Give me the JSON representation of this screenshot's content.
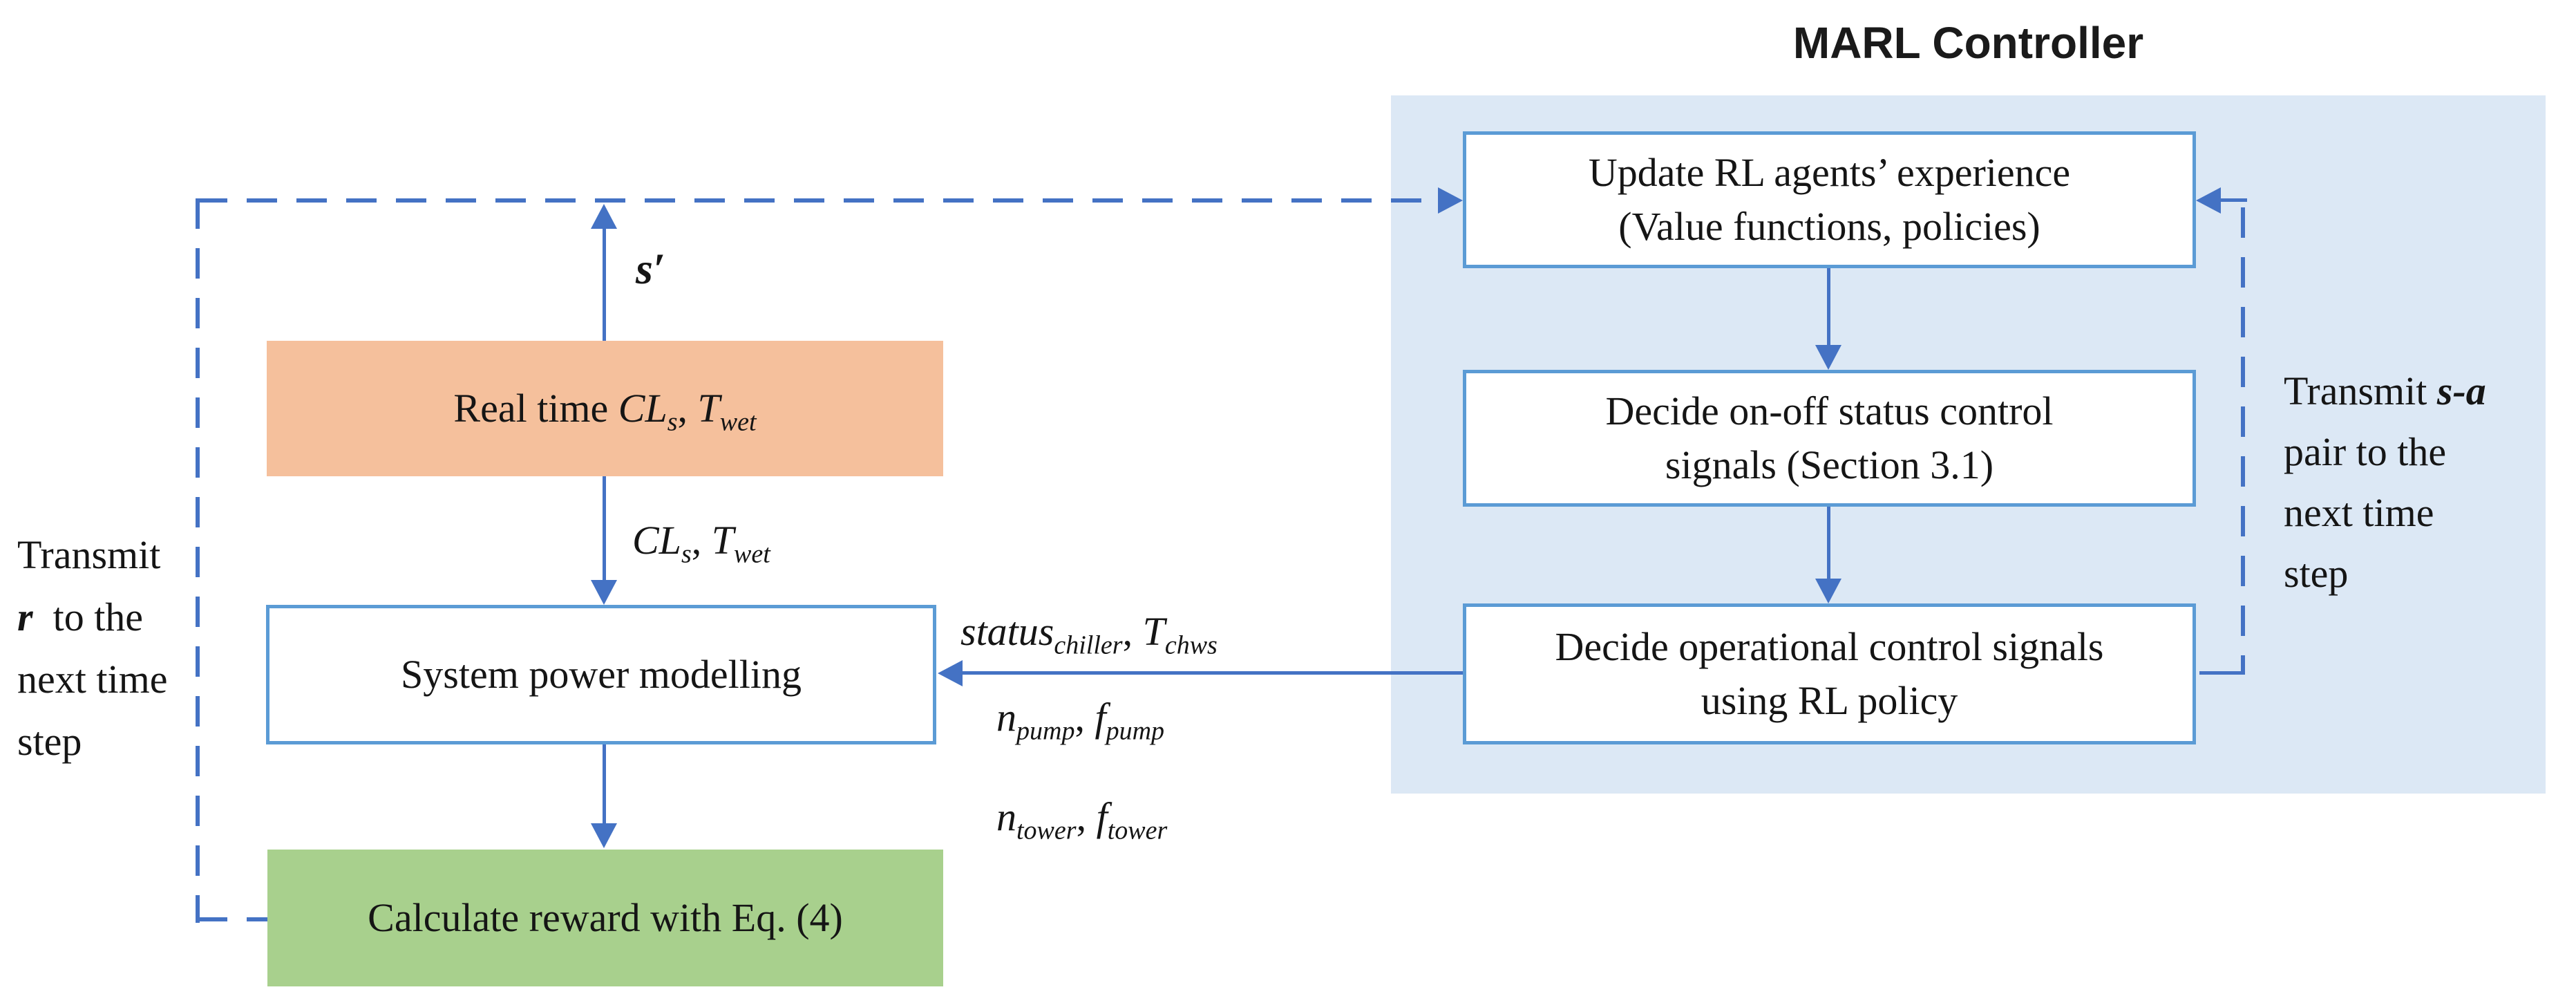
{
  "figure": {
    "type": "flow-diagram",
    "description_visible_text_only": true
  },
  "marl": {
    "title": "MARL Controller",
    "box_update_line1": "Update RL agents’ experience",
    "box_update_line2": "(Value functions, policies)",
    "box_onoff_line1": "Decide on-off status control",
    "box_onoff_line2": "signals (Section 3.1)",
    "box_operational_line1": "Decide operational control signals",
    "box_operational_line2": "using RL policy",
    "transmit_sa_line1": "Transmit {b}s-a{/b}",
    "transmit_sa_line2": "pair to the",
    "transmit_sa_line3": "next time",
    "transmit_sa_line4": "step"
  },
  "left": {
    "realtime_box": "Real time {i}CL{/i}{s}s{/s}, {i}T{/i}{s}wet{/s}",
    "system_box": "System power modelling",
    "reward_box": "Calculate reward with Eq. (4)",
    "s_prime_label": "{b}s{/b}′",
    "cls_twet_label": "{i}CL{/i}{s}s{/s}, {i}T{/i}{s}wet{/s}",
    "transmit_r_line1": "Transmit",
    "transmit_r_line2": "{b}r{/b} to the",
    "transmit_r_line3": "next time",
    "transmit_r_line4": "step"
  },
  "middle_labels": {
    "status": "{i}status{/i}{s}chiller{/s}, {i}T{/i}{s}chws{/s}",
    "pump": "{i}n{/i}{s}pump{/s}, {i}f{/i}{s}pump{/s}",
    "tower": "{i}n{/i}{s}tower{/s}, {i}f{/i}{s}tower{/s}"
  },
  "colors": {
    "arrow_blue": "#4472c4",
    "box_border_blue": "#5b9bd5",
    "container_light_blue": "#dce8f5",
    "realtime_orange": "#f5c09c",
    "reward_green": "#a8d08d",
    "background": "#ffffff",
    "text": "#151515"
  }
}
